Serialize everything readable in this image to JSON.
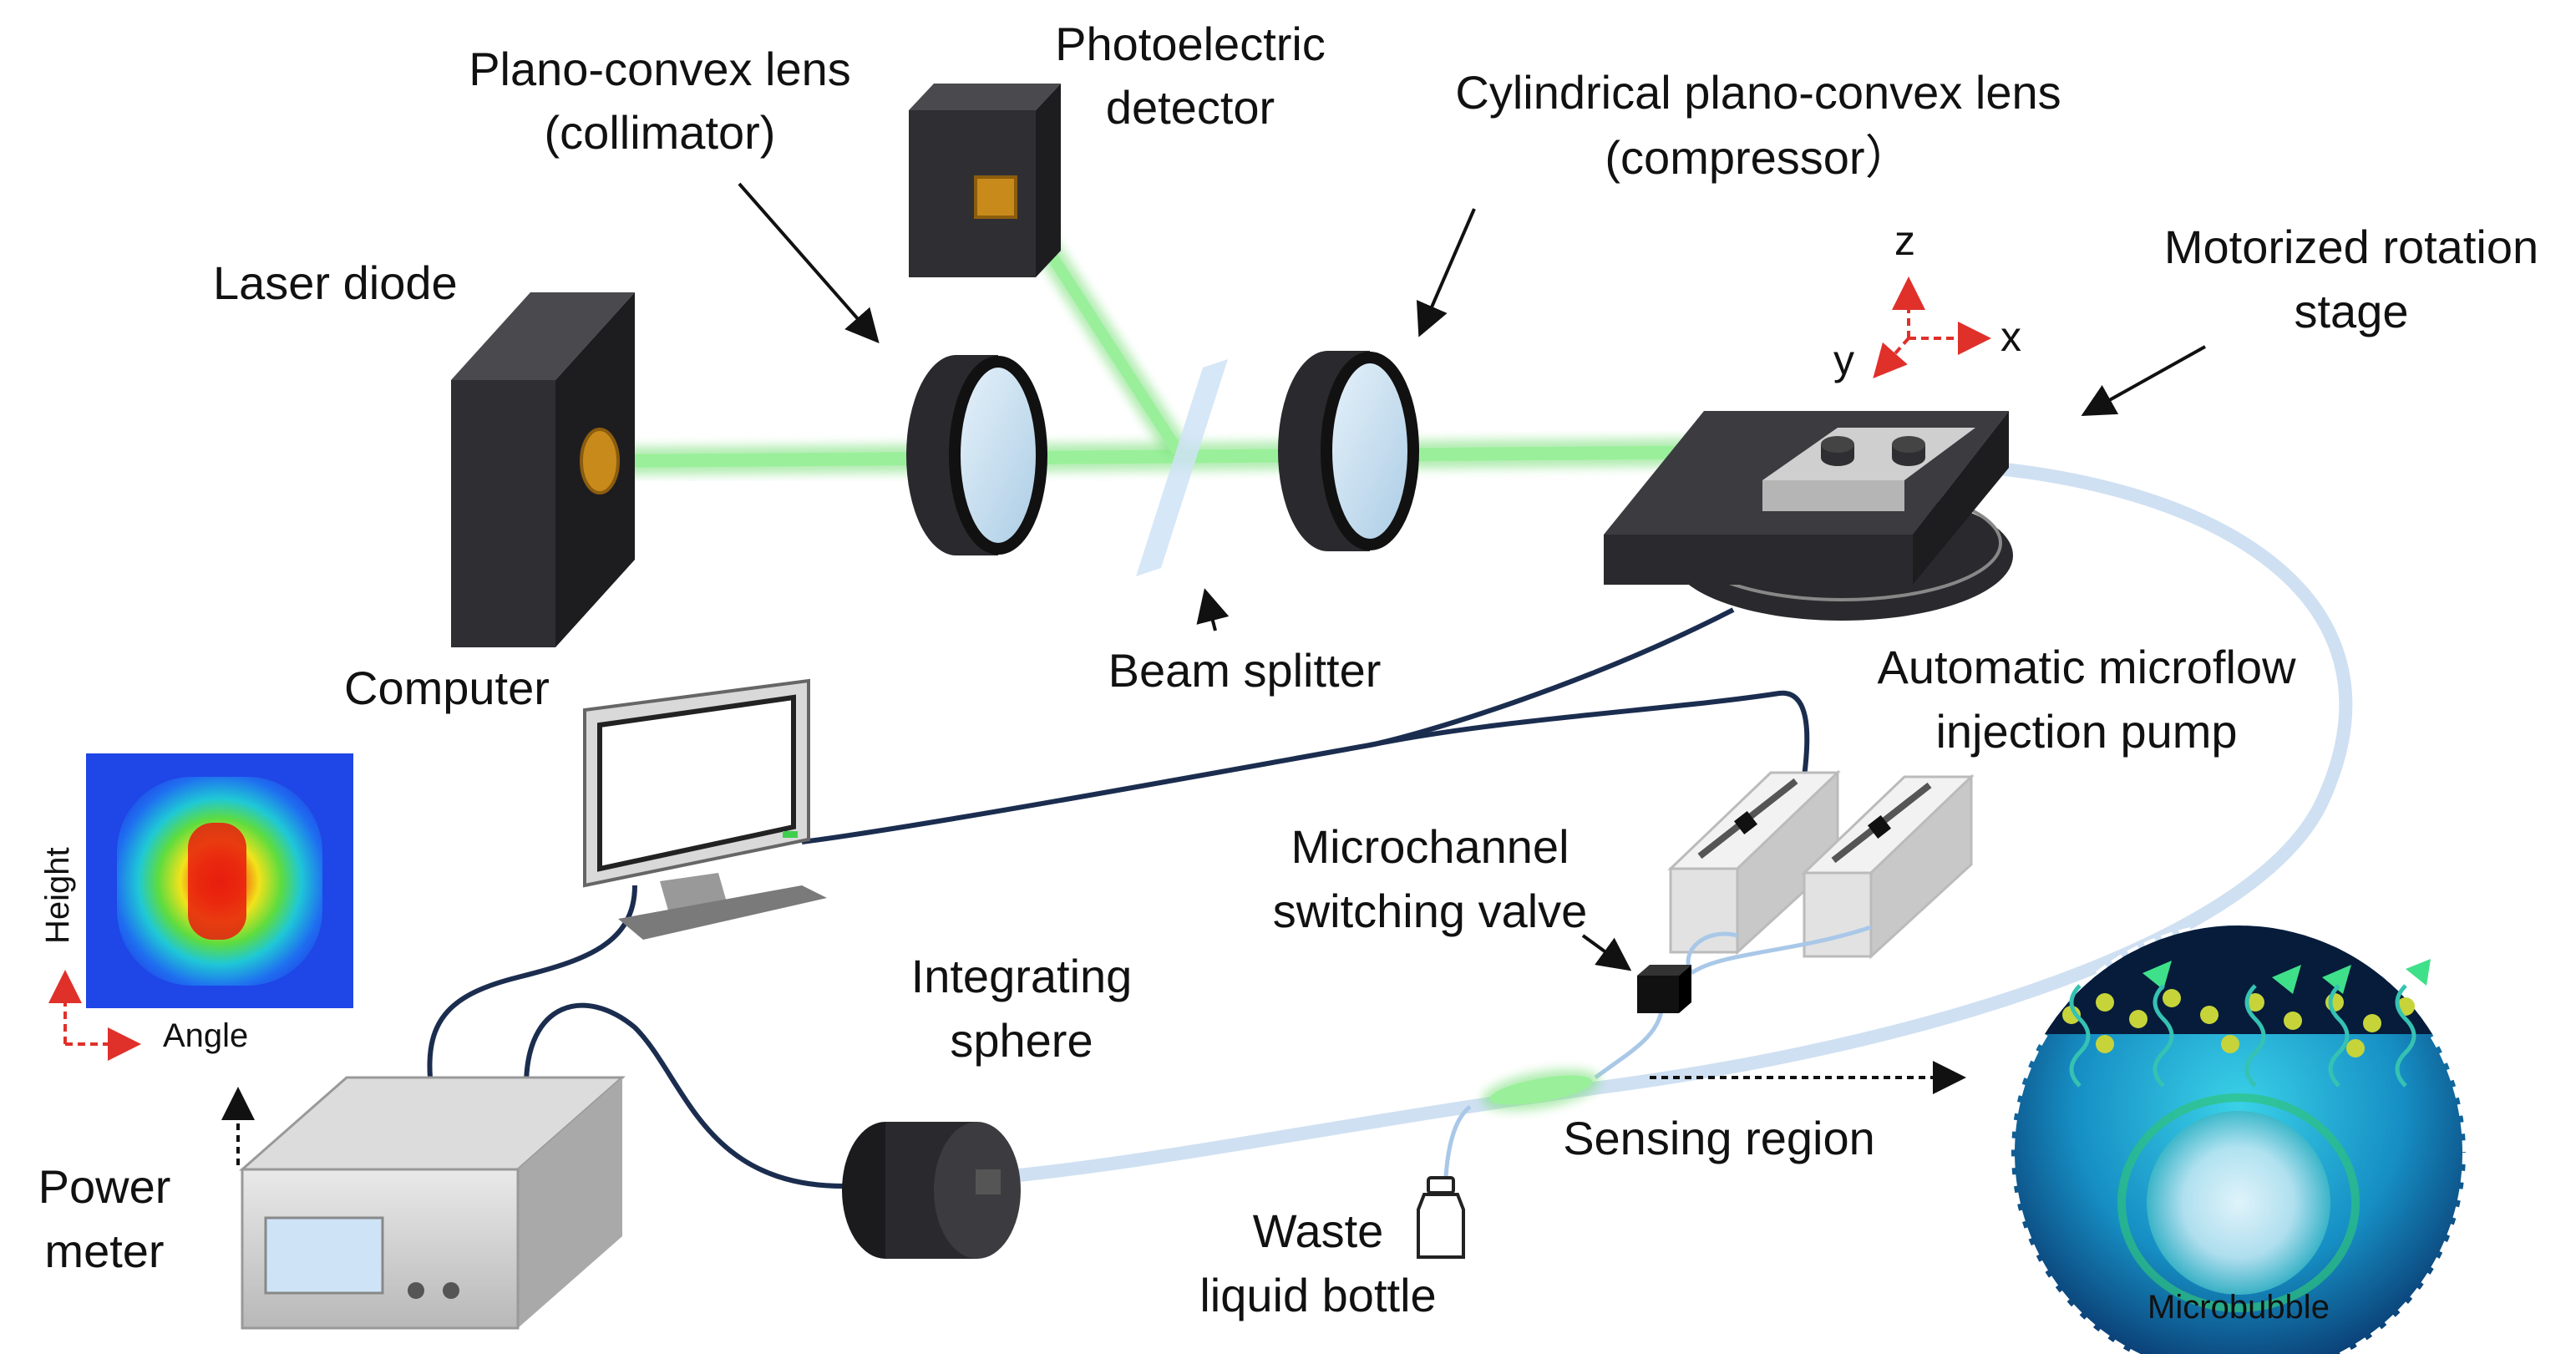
{
  "labels": {
    "laser_diode": "Laser diode",
    "plano_convex_1": "Plano-convex lens",
    "plano_convex_2": "(collimator)",
    "photoelectric_1": "Photoelectric",
    "photoelectric_2": "detector",
    "cyl_lens_1": "Cylindrical plano-convex lens",
    "cyl_lens_2": "(compressor）",
    "motorized_1": "Motorized rotation",
    "motorized_2": "stage",
    "beam_splitter": "Beam splitter",
    "computer": "Computer",
    "pump_1": "Automatic microflow",
    "pump_2": "injection pump",
    "valve_1": "Microchannel",
    "valve_2": "switching valve",
    "integrating_1": "Integrating",
    "integrating_2": "sphere",
    "power_1": "Power",
    "power_2": "meter",
    "sensing_region": "Sensing region",
    "waste_1": "Waste",
    "waste_2": "liquid bottle",
    "microbubble": "Microbubble",
    "heatmap_ylabel": "Height",
    "heatmap_xlabel": "Angle",
    "axis_x": "x",
    "axis_y": "y",
    "axis_z": "z"
  },
  "colors": {
    "laser_beam": "#7fe07f",
    "device_dark": "#2f2f33",
    "tube": "#cfe0f2",
    "cable": "#1b2d4f",
    "axis_arrow": "#e0302a"
  }
}
